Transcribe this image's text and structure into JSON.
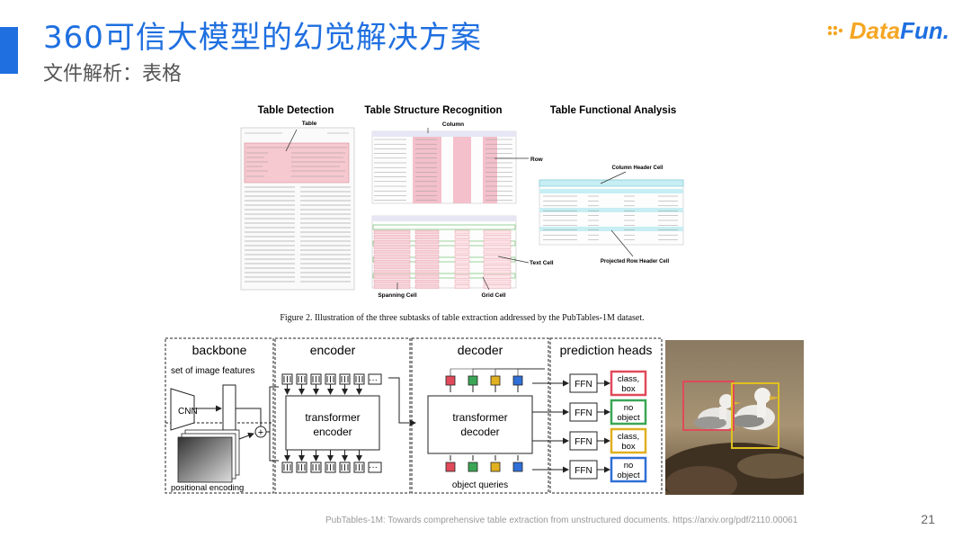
{
  "header": {
    "title": "360可信大模型的幻觉解决方案",
    "subtitle": "文件解析：表格",
    "logo_data": "Data",
    "logo_fun": "Fun.",
    "accent_color": "#1f6fe0",
    "logo_orange": "#f5a623"
  },
  "figure_table": {
    "panel_titles": [
      "Table Detection",
      "Table Structure Recognition",
      "Table Functional Analysis"
    ],
    "labels": {
      "table": "Table",
      "column": "Column",
      "row": "Row",
      "column_header_cell": "Column Header Cell",
      "text_cell": "Text Cell",
      "projected_row_header_cell": "Projected Row Header Cell",
      "spanning_cell": "Spanning Cell",
      "grid_cell": "Grid Cell"
    },
    "caption": "Figure 2. Illustration of the three subtasks of table extraction addressed by the PubTables-1M dataset."
  },
  "figure_detr": {
    "sections": [
      "backbone",
      "encoder",
      "decoder",
      "prediction heads"
    ],
    "backbone_sub": "set of image features",
    "cnn": "CNN",
    "positional_encoding": "positional encoding",
    "encoder_box": [
      "transformer",
      "encoder"
    ],
    "decoder_box": [
      "transformer",
      "decoder"
    ],
    "object_queries": "object queries",
    "ffn": "FFN",
    "outputs": [
      {
        "line1": "class,",
        "line2": "box",
        "color": "#e04a5a"
      },
      {
        "line1": "no",
        "line2": "object",
        "color": "#3aa655"
      },
      {
        "line1": "class,",
        "line2": "box",
        "color": "#e0b020"
      },
      {
        "line1": "no",
        "line2": "object",
        "color": "#2f6fd6"
      }
    ],
    "plus": "+",
    "ellipsis": "···"
  },
  "footer": {
    "citation": "PubTables-1M: Towards comprehensive table extraction from unstructured documents. https://arxiv.org/pdf/2110.00061",
    "page_number": "21"
  }
}
